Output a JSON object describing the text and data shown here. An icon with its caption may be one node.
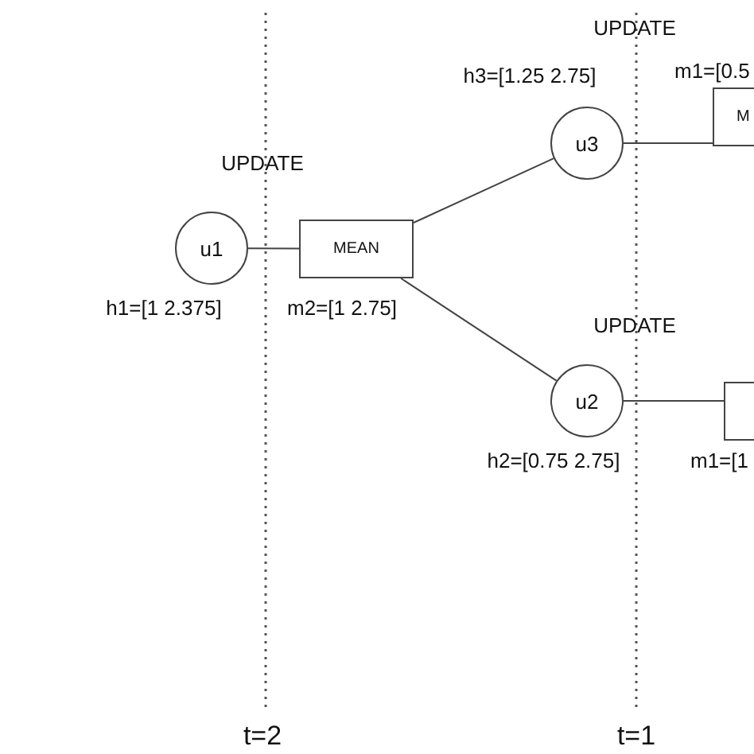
{
  "diagram": {
    "nodes": [
      {
        "text": [
          "u1"
        ],
        "beside": [
          "h1=[1 2.375]"
        ]
      },
      {
        "text": [
          "MEAN"
        ],
        "beside": [
          "m2=[1 2.75]"
        ]
      },
      {
        "text": [
          "u3"
        ],
        "beside": [
          "h3=[1.25 2.75]"
        ]
      },
      {
        "text": [
          "u2"
        ],
        "beside": [
          "h2=[0.75 2.75]"
        ]
      },
      {
        "text": [
          "M"
        ],
        "beside": [
          "m1=[0.5"
        ]
      },
      {
        "text": [],
        "shape": "box",
        "beside": [
          "m1=[1"
        ]
      }
    ],
    "edges": [
      {
        "from": 0,
        "to": 1,
        "arrow": "none"
      },
      {
        "from": 1,
        "to": 2,
        "arrow": "none"
      },
      {
        "from": 1,
        "to": 3,
        "arrow": "none"
      },
      {
        "from": 2,
        "to": 4,
        "arrow": "none"
      },
      {
        "from": 3,
        "to": 5,
        "arrow": "none"
      }
    ],
    "labels": [
      "UPDATE",
      "UPDATE",
      "UPDATE",
      "t=2",
      "t=1"
    ]
  }
}
